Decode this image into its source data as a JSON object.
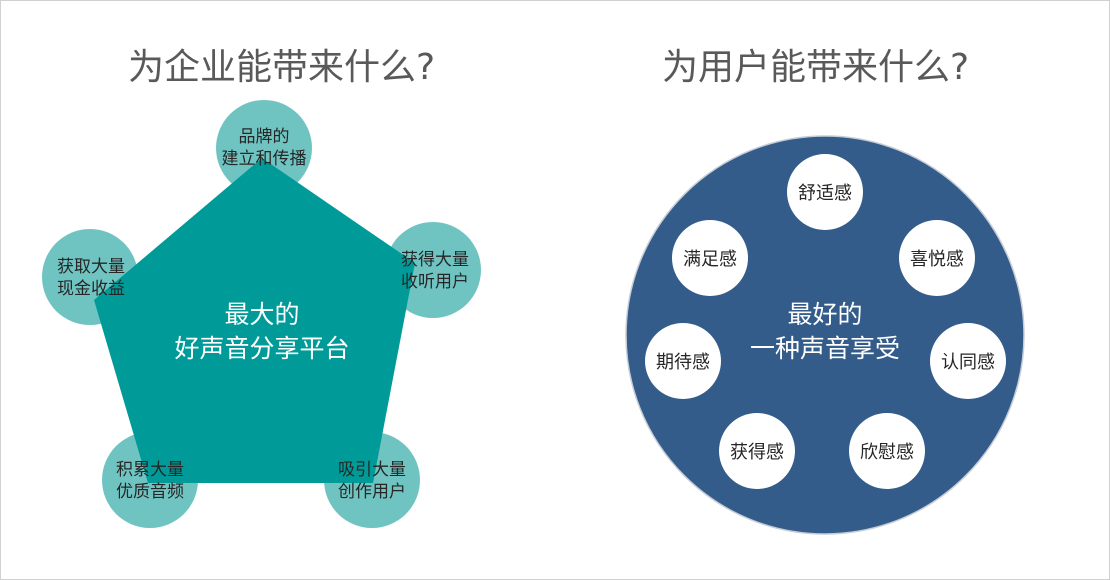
{
  "left_panel": {
    "title": "为企业能带来什么?",
    "center_line1": "最大的",
    "center_line2": "好声音分享平台",
    "nodes": [
      {
        "line1": "品牌的",
        "line2": "建立和传播"
      },
      {
        "line1": "获得大量",
        "line2": "收听用户"
      },
      {
        "line1": "吸引大量",
        "line2": "创作用户"
      },
      {
        "line1": "积累大量",
        "line2": "优质音频"
      },
      {
        "line1": "获取大量",
        "line2": "现金收益"
      }
    ],
    "colors": {
      "pentagon": "#009b98",
      "circle": "#6fc4c2"
    }
  },
  "right_panel": {
    "title": "为用户能带来什么?",
    "center_line1": "最好的",
    "center_line2": "一种声音享受",
    "feelings": [
      "舒适感",
      "喜悦感",
      "认同感",
      "欣慰感",
      "获得感",
      "期待感",
      "满足感"
    ],
    "colors": {
      "big_circle": "#335c8a",
      "small_circle": "#ffffff"
    }
  }
}
